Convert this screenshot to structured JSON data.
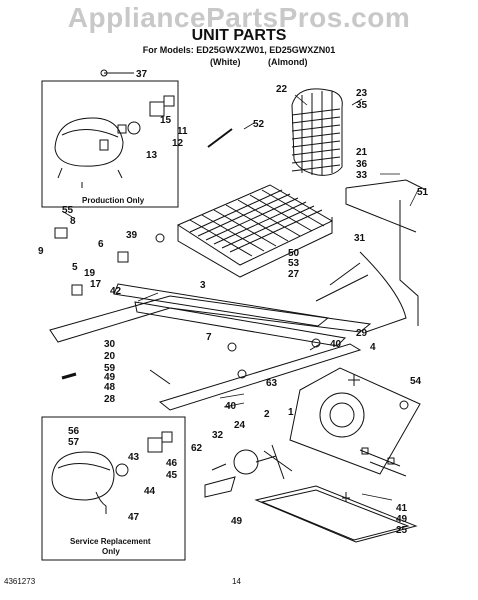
{
  "watermark": "AppliancePartsPros.com",
  "header": {
    "title": "UNIT PARTS",
    "models": "For Models: ED25GWXZW01, ED25GWXZN01",
    "variant_white": "(White)",
    "variant_almond": "(Almond)"
  },
  "boxes": {
    "production": "Production Only",
    "service_line1": "Service Replacement",
    "service_line2": "Only"
  },
  "callouts": {
    "c1": "1",
    "c2": "2",
    "c3": "3",
    "c4": "4",
    "c5": "5",
    "c7": "7",
    "c8": "8",
    "c9": "9",
    "c11": "11",
    "c12": "12",
    "c13": "13",
    "c15": "15",
    "c17": "17",
    "c19": "19",
    "c20": "20",
    "c21": "21",
    "c22": "22",
    "c23": "23",
    "c24": "24",
    "c25": "25",
    "c27": "27",
    "c28": "28",
    "c29": "29",
    "c30": "30",
    "c31": "31",
    "c32": "32",
    "c33": "33",
    "c35": "35",
    "c36": "36",
    "c37": "37",
    "c39": "39",
    "c40a": "40",
    "c40b": "40",
    "c41": "41",
    "c42": "42",
    "c43": "43",
    "c44": "44",
    "c45": "45",
    "c46": "46",
    "c47": "47",
    "c48": "48",
    "c49a": "49",
    "c49b": "49",
    "c49c": "49",
    "c50": "50",
    "c51": "51",
    "c52": "52",
    "c53": "53",
    "c54": "54",
    "c55": "55",
    "c56": "56",
    "c57": "57",
    "c59": "59",
    "c62": "62",
    "c63": "63"
  },
  "footer": {
    "doc_number": "4361273",
    "page": "14"
  }
}
